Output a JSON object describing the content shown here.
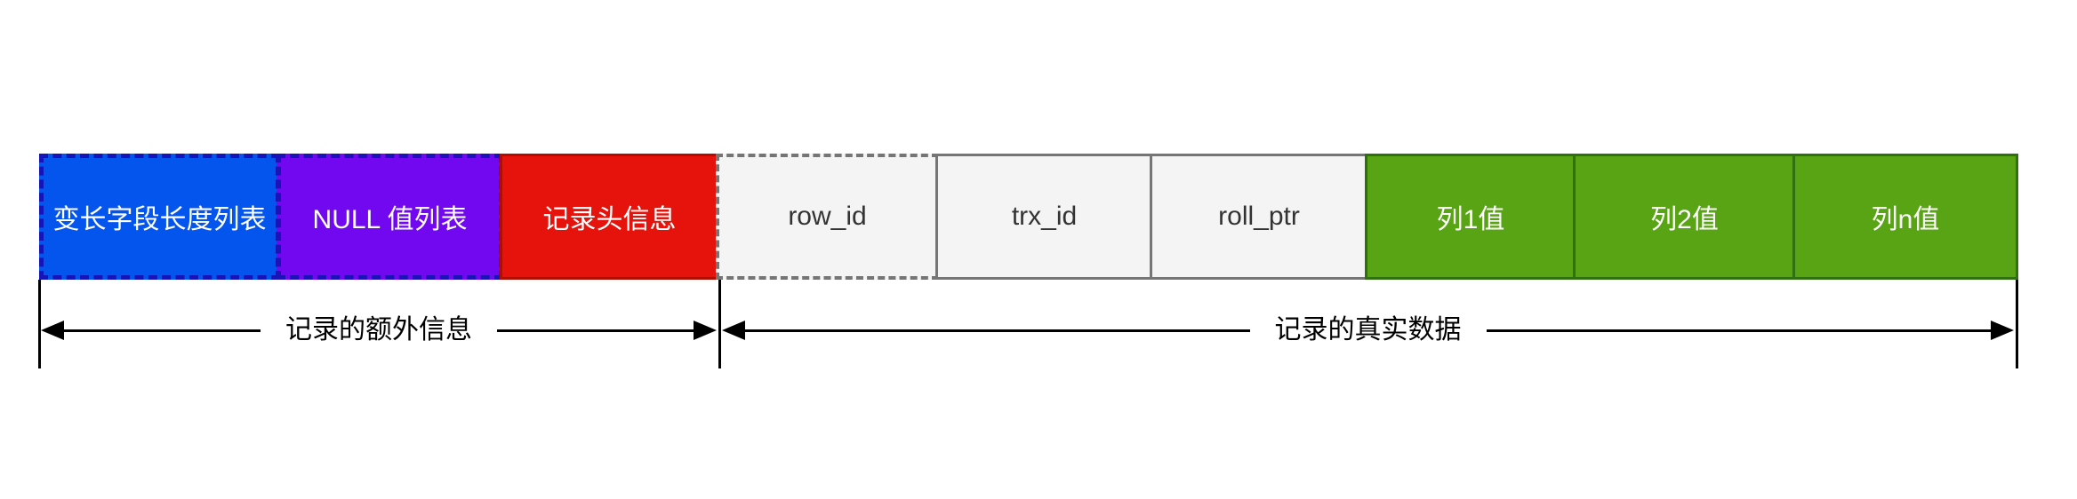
{
  "diagram": {
    "boxes": [
      {
        "label": "变长字段长度列表",
        "fill": "#0455ee",
        "border": "#1414b8",
        "border_style": "dashed",
        "text_color": "#ffffff"
      },
      {
        "label": "NULL 值列表",
        "fill": "#7208f0",
        "border": "#1c12b8",
        "border_style": "dashed",
        "text_color": "#ffffff"
      },
      {
        "label": "记录头信息",
        "fill": "#e5130b",
        "border": "#b30d02",
        "border_style": "solid",
        "text_color": "#ffffff"
      },
      {
        "label": "row_id",
        "fill": "#f4f4f4",
        "border": "#757575",
        "border_style": "dashed",
        "text_color": "#333333"
      },
      {
        "label": "trx_id",
        "fill": "#f4f4f4",
        "border": "#757575",
        "border_style": "solid",
        "text_color": "#333333"
      },
      {
        "label": "roll_ptr",
        "fill": "#f4f4f4",
        "border": "#757575",
        "border_style": "solid",
        "text_color": "#333333"
      },
      {
        "label": "列1值",
        "fill": "#58a414",
        "border": "#2f7110",
        "border_style": "solid",
        "text_color": "#ffffff"
      },
      {
        "label": "列2值",
        "fill": "#58a414",
        "border": "#2f7110",
        "border_style": "solid",
        "text_color": "#ffffff"
      },
      {
        "label": "列n值",
        "fill": "#58a414",
        "border": "#2f7110",
        "border_style": "solid",
        "text_color": "#ffffff"
      }
    ],
    "spans": [
      {
        "label": "记录的额外信息"
      },
      {
        "label": "记录的真实数据"
      }
    ],
    "colors": {
      "background": "#ffffff",
      "arrow": "#000000"
    }
  }
}
